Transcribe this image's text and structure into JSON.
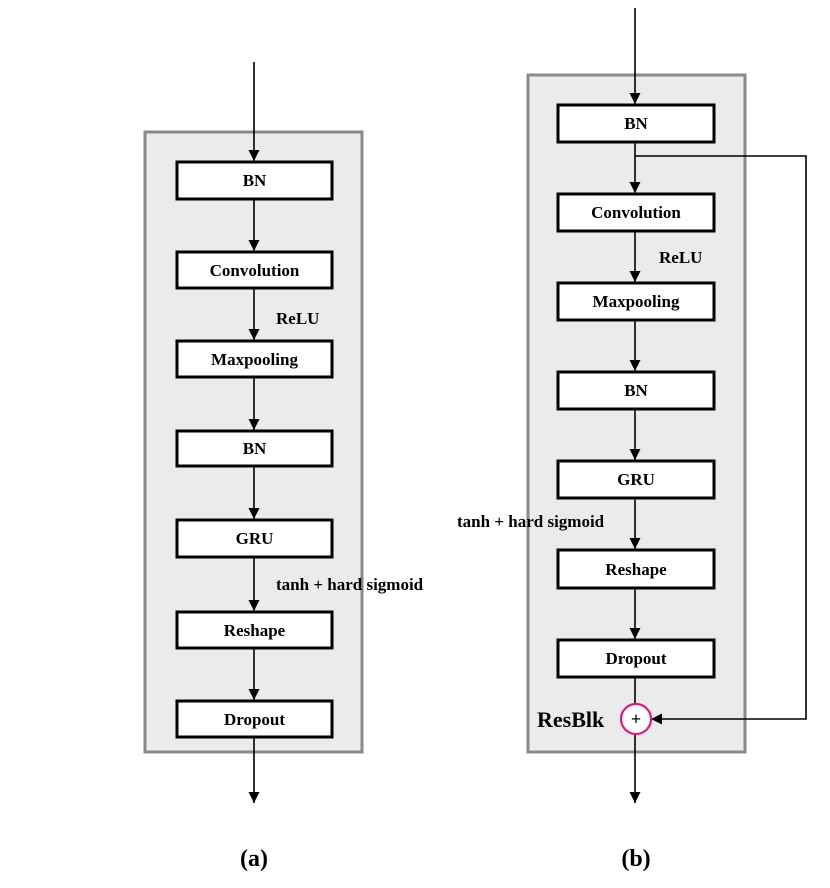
{
  "diagram_a": {
    "caption_paren_open": "(",
    "caption_letter": "a",
    "caption_paren_close": ")",
    "nodes": [
      "BN",
      "Convolution",
      "Maxpooling",
      "BN",
      "GRU",
      "Reshape",
      "Dropout"
    ],
    "annotations": {
      "relu": "ReLU",
      "activation": "tanh + hard sigmoid"
    }
  },
  "diagram_b": {
    "caption_paren_open": "(",
    "caption_letter": "b",
    "caption_paren_close": ")",
    "nodes": [
      "BN",
      "Convolution",
      "Maxpooling",
      "BN",
      "GRU",
      "Reshape",
      "Dropout"
    ],
    "annotations": {
      "relu": "ReLU",
      "activation": "tanh + hard sigmoid"
    },
    "block_label": "ResBlk",
    "sum_symbol": "+",
    "sum_color": "#e0197d"
  }
}
